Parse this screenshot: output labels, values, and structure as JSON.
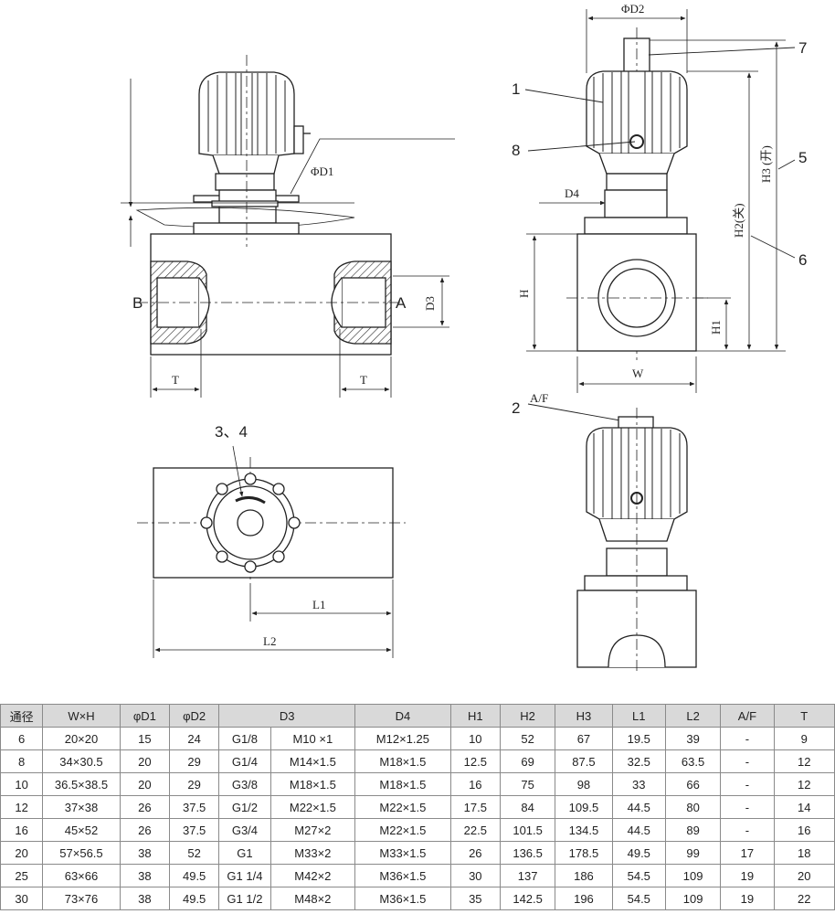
{
  "drawing_labels": {
    "phi_d1": "ΦD1",
    "phi_d2": "ΦD2",
    "port_b": "B",
    "port_a": "A",
    "d3": "D3",
    "t_left": "T",
    "t_right": "T",
    "d4": "D4",
    "h": "H",
    "h1": "H1",
    "h2": "H2(关)",
    "h3": "H3 (开)",
    "w": "W",
    "l1": "L1",
    "l2": "L2",
    "af": "A/F",
    "callout_1": "1",
    "callout_2": "2",
    "callout_34": "3、4",
    "callout_5": "5",
    "callout_6": "6",
    "callout_7": "7",
    "callout_8": "8"
  },
  "table": {
    "headers": [
      "通径",
      "W×H",
      "φD1",
      "φD2",
      "D3",
      "D4",
      "H1",
      "H2",
      "H3",
      "L1",
      "L2",
      "A/F",
      "T"
    ],
    "rows": [
      [
        "6",
        "20×20",
        "15",
        "24",
        "G1/8",
        "M10 ×1",
        "M12×1.25",
        "10",
        "52",
        "67",
        "19.5",
        "39",
        "-",
        "9"
      ],
      [
        "8",
        "34×30.5",
        "20",
        "29",
        "G1/4",
        "M14×1.5",
        "M18×1.5",
        "12.5",
        "69",
        "87.5",
        "32.5",
        "63.5",
        "-",
        "12"
      ],
      [
        "10",
        "36.5×38.5",
        "20",
        "29",
        "G3/8",
        "M18×1.5",
        "M18×1.5",
        "16",
        "75",
        "98",
        "33",
        "66",
        "-",
        "12"
      ],
      [
        "12",
        "37×38",
        "26",
        "37.5",
        "G1/2",
        "M22×1.5",
        "M22×1.5",
        "17.5",
        "84",
        "109.5",
        "44.5",
        "80",
        "-",
        "14"
      ],
      [
        "16",
        "45×52",
        "26",
        "37.5",
        "G3/4",
        "M27×2",
        "M22×1.5",
        "22.5",
        "101.5",
        "134.5",
        "44.5",
        "89",
        "-",
        "16"
      ],
      [
        "20",
        "57×56.5",
        "38",
        "52",
        "G1",
        "M33×2",
        "M33×1.5",
        "26",
        "136.5",
        "178.5",
        "49.5",
        "99",
        "17",
        "18"
      ],
      [
        "25",
        "63×66",
        "38",
        "49.5",
        "G1 1/4",
        "M42×2",
        "M36×1.5",
        "30",
        "137",
        "186",
        "54.5",
        "109",
        "19",
        "20"
      ],
      [
        "30",
        "73×76",
        "38",
        "49.5",
        "G1 1/2",
        "M48×2",
        "M36×1.5",
        "35",
        "142.5",
        "196",
        "54.5",
        "109",
        "19",
        "22"
      ]
    ]
  }
}
